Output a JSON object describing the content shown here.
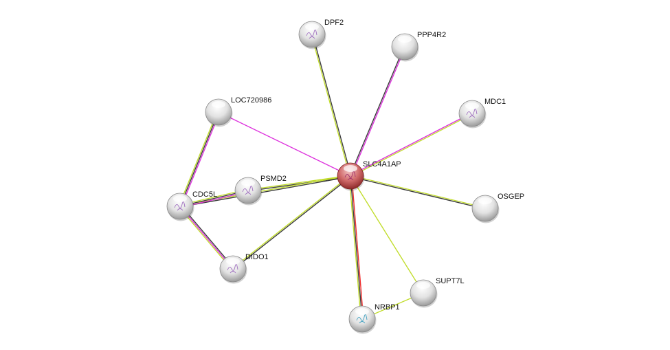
{
  "colors": {
    "lime": "#c2dd2e",
    "dark": "#3c3c3c",
    "magenta": "#dd33dd",
    "red": "#f03030",
    "query": "#c95555",
    "node": "#e6e6e6"
  },
  "center_protein": "SLC4A1AP",
  "nodes": [
    {
      "id": "SLC4A1AP",
      "label": "SLC4A1AP",
      "query": true,
      "structure": "pink"
    },
    {
      "id": "DPF2",
      "label": "DPF2",
      "structure": "purple"
    },
    {
      "id": "PPP4R2",
      "label": "PPP4R2"
    },
    {
      "id": "MDC1",
      "label": "MDC1",
      "structure": "purple"
    },
    {
      "id": "LOC720986",
      "label": "LOC720986"
    },
    {
      "id": "PSMD2",
      "label": "PSMD2",
      "structure": "purple"
    },
    {
      "id": "CDC5L",
      "label": "CDC5L",
      "structure": "purple"
    },
    {
      "id": "OSGEP",
      "label": "OSGEP"
    },
    {
      "id": "DIDO1",
      "label": "DIDO1",
      "structure": "purple"
    },
    {
      "id": "SUPT7L",
      "label": "SUPT7L"
    },
    {
      "id": "NRBP1",
      "label": "NRBP1",
      "structure": "rainbow"
    }
  ],
  "edges": [
    {
      "a": "SLC4A1AP",
      "b": "DPF2",
      "types": [
        "lime",
        "dark"
      ]
    },
    {
      "a": "SLC4A1AP",
      "b": "PPP4R2",
      "types": [
        "dark",
        "magenta"
      ]
    },
    {
      "a": "SLC4A1AP",
      "b": "MDC1",
      "types": [
        "magenta",
        "lime"
      ]
    },
    {
      "a": "SLC4A1AP",
      "b": "LOC720986",
      "types": [
        "magenta"
      ]
    },
    {
      "a": "SLC4A1AP",
      "b": "PSMD2",
      "types": [
        "dark",
        "lime"
      ]
    },
    {
      "a": "SLC4A1AP",
      "b": "CDC5L",
      "types": [
        "dark",
        "lime"
      ]
    },
    {
      "a": "SLC4A1AP",
      "b": "DIDO1",
      "types": [
        "dark",
        "lime"
      ]
    },
    {
      "a": "SLC4A1AP",
      "b": "OSGEP",
      "types": [
        "lime",
        "dark"
      ]
    },
    {
      "a": "SLC4A1AP",
      "b": "SUPT7L",
      "types": [
        "lime"
      ]
    },
    {
      "a": "SLC4A1AP",
      "b": "NRBP1",
      "types": [
        "red",
        "dark",
        "lime"
      ]
    },
    {
      "a": "NRBP1",
      "b": "SUPT7L",
      "types": [
        "lime"
      ]
    },
    {
      "a": "CDC5L",
      "b": "PSMD2",
      "types": [
        "lime",
        "dark",
        "magenta"
      ]
    },
    {
      "a": "CDC5L",
      "b": "LOC720986",
      "types": [
        "lime",
        "dark",
        "magenta"
      ]
    },
    {
      "a": "CDC5L",
      "b": "DIDO1",
      "types": [
        "dark",
        "magenta",
        "lime"
      ]
    }
  ]
}
